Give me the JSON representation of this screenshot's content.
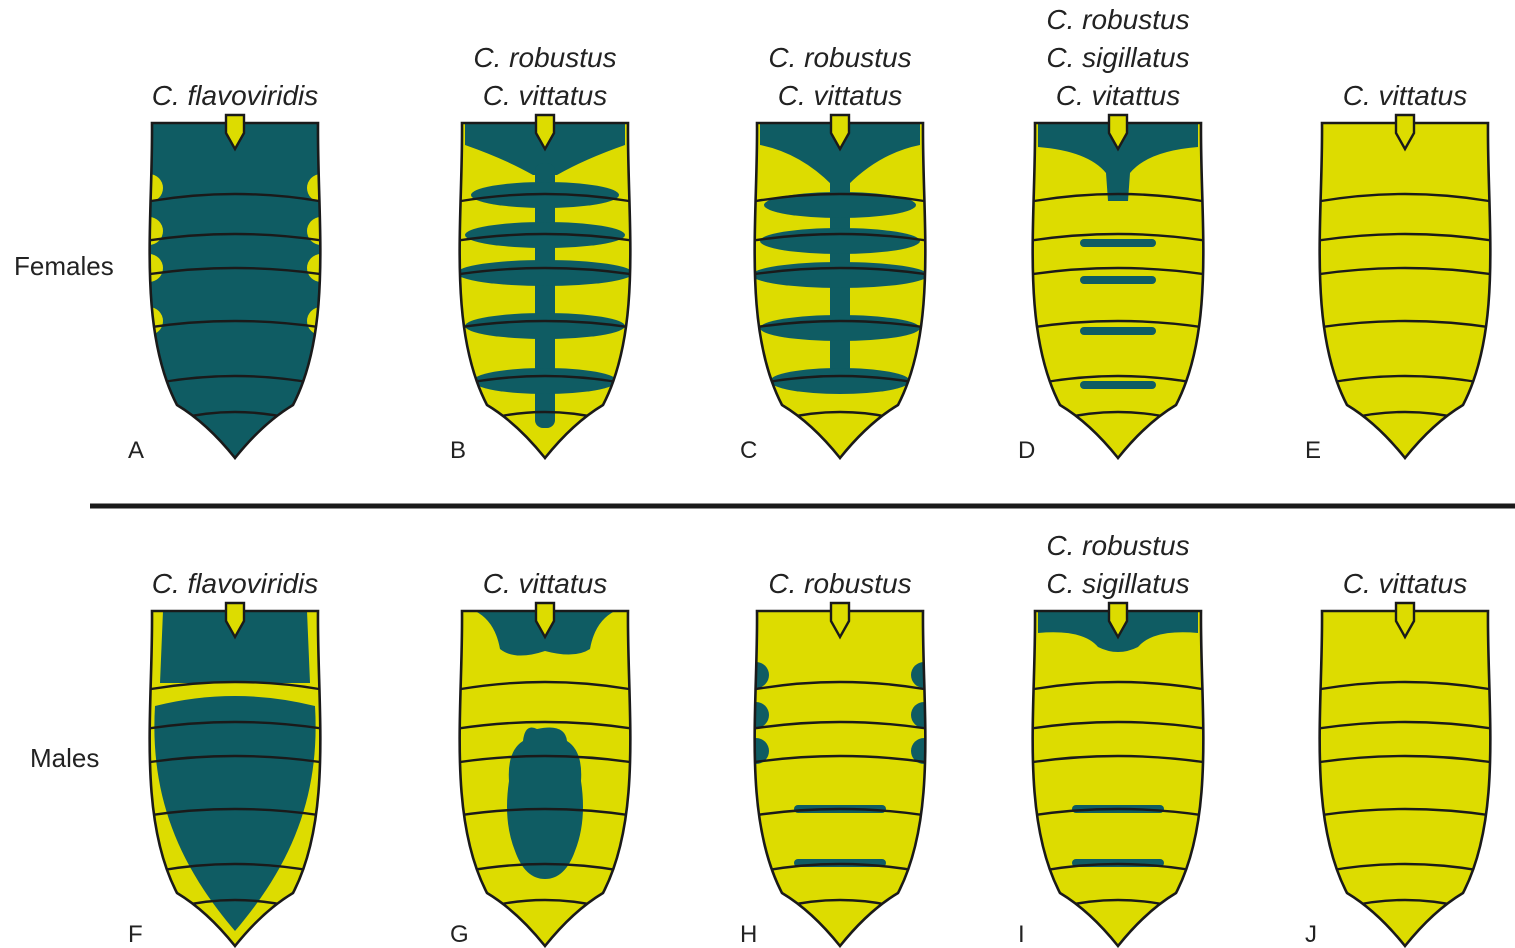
{
  "colors": {
    "yellow": "#dddc00",
    "teal": "#0f5c63",
    "outline": "#1a1a1a",
    "background": "#ffffff"
  },
  "rows": [
    {
      "label": "Females",
      "panels": [
        {
          "letter": "A",
          "species": [
            "C. flavoviridis"
          ],
          "pattern": "female-dark-with-lateral-spots"
        },
        {
          "letter": "B",
          "species": [
            "C. robustus",
            "C. vittatus"
          ],
          "pattern": "female-broad-bands-with-dorsal-stripe"
        },
        {
          "letter": "C",
          "species": [
            "C. robustus",
            "C. vittatus"
          ],
          "pattern": "female-broad-bands-with-stripe"
        },
        {
          "letter": "D",
          "species": [
            "C. robustus",
            "C. sigillatus",
            "C. vitattus"
          ],
          "pattern": "female-anterior-patch-and-thin-bars"
        },
        {
          "letter": "E",
          "species": [
            "C. vittatus"
          ],
          "pattern": "plain-yellow"
        }
      ]
    },
    {
      "label": "Males",
      "panels": [
        {
          "letter": "F",
          "species": [
            "C. flavoviridis"
          ],
          "pattern": "male-dark-shield-and-teardrop"
        },
        {
          "letter": "G",
          "species": [
            "C. vittatus"
          ],
          "pattern": "male-anterior-patch-and-central-blob"
        },
        {
          "letter": "H",
          "species": [
            "C. robustus"
          ],
          "pattern": "male-lateral-spots-and-bars"
        },
        {
          "letter": "I",
          "species": [
            "C. robustus",
            "C. sigillatus"
          ],
          "pattern": "male-anterior-band-and-bars"
        },
        {
          "letter": "J",
          "species": [
            "C. vittatus"
          ],
          "pattern": "plain-yellow"
        }
      ]
    }
  ]
}
